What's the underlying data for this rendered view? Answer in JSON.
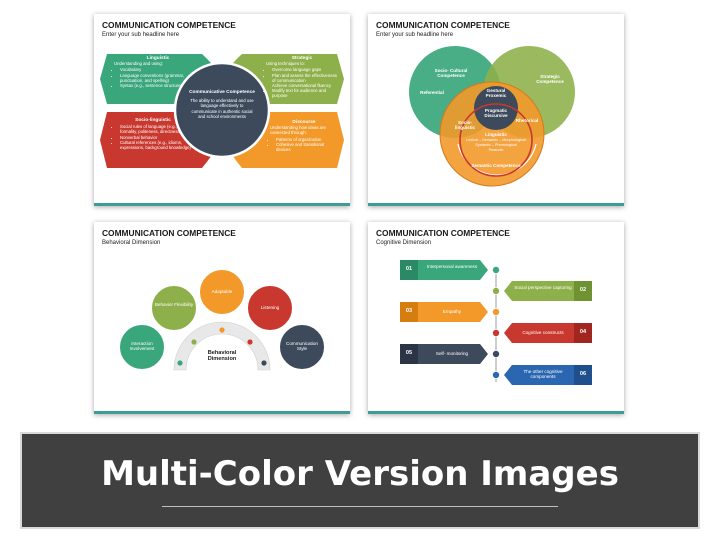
{
  "slide1": {
    "title": "COMMUNICATION COMPETENCE",
    "subtitle": "Enter your sub headline here",
    "linguistic": {
      "heading": "Linguistic",
      "intro": "Understanding and using:",
      "items": [
        "Vocabulary",
        "Language conventions (grammar, punctuation, and spelling)",
        "Syntax (e.g., sentence structure)"
      ]
    },
    "strategic": {
      "heading": "Strategic",
      "intro": "Using techniques to:",
      "items": [
        "Overcome language gaps",
        "Plan and assess the effectiveness of communication",
        "Achieve conversational fluency",
        "Modify text for audience and purpose"
      ]
    },
    "socio": {
      "heading": "Socio-linguistic",
      "items": [
        "Social rules of language (e.g., formality, politeness, directness)",
        "Nonverbal behavior",
        "Cultural references (e.g., idioms, expressions, background knowledge)"
      ]
    },
    "discourse": {
      "heading": "Discourse",
      "intro": "Understanding how ideas are connected through:",
      "items": [
        "Patterns of organization",
        "Cohesive and transitional devices"
      ]
    },
    "center": {
      "heading": "Communicative Competence",
      "text": "The ability to understand and use language effectively to communicate in authentic social and school environments"
    }
  },
  "slide2": {
    "title": "COMMUNICATION COMPETENCE",
    "subtitle": "Enter your sub headline here",
    "socio_cultural": "Socio- Cultural Competence",
    "strategic": "Strategic Competence",
    "semantic": "Semantic Competence",
    "referential": "Referential",
    "gestural": "Gestural Proxemic",
    "pragmatic": "Pragmatic Discursive",
    "socio_ling": "Socio-linguistic",
    "rhetorical": "Rhetorical",
    "linguistic": "Linguistic",
    "ling_detail1": "Lexical – Semantic – Morphological",
    "ling_detail2": "Syntactic – Phonological",
    "ling_detail3": "Prosodic"
  },
  "slide3": {
    "title": "COMMUNICATION COMPETENCE",
    "subtitle": "Behavioral Dimension",
    "center": "Behavioral Dimension",
    "items": [
      "Interaction Involvement",
      "Behavior Flexibility",
      "Adaptable",
      "Listening",
      "Communication Style"
    ]
  },
  "slide4": {
    "title": "COMMUNICATION COMPETENCE",
    "subtitle": "Cognitive Dimension",
    "items": [
      {
        "num": "01",
        "label": "Interpersonal awareness"
      },
      {
        "num": "02",
        "label": "Social perspective capturing"
      },
      {
        "num": "03",
        "label": "Empathy"
      },
      {
        "num": "04",
        "label": "Cognitive constructs"
      },
      {
        "num": "05",
        "label": "Self- monitoring"
      },
      {
        "num": "06",
        "label": "The other cognitive components"
      }
    ]
  },
  "banner": {
    "title": "Multi-Color Version Images"
  },
  "colors": {
    "green": "#3aa67c",
    "olive": "#8db04a",
    "red": "#c8382f",
    "orange": "#f2992a",
    "navy": "#3d4a5c",
    "teal": "#3d9c97",
    "blue": "#2a67b0",
    "ochre": "#b7782b"
  }
}
